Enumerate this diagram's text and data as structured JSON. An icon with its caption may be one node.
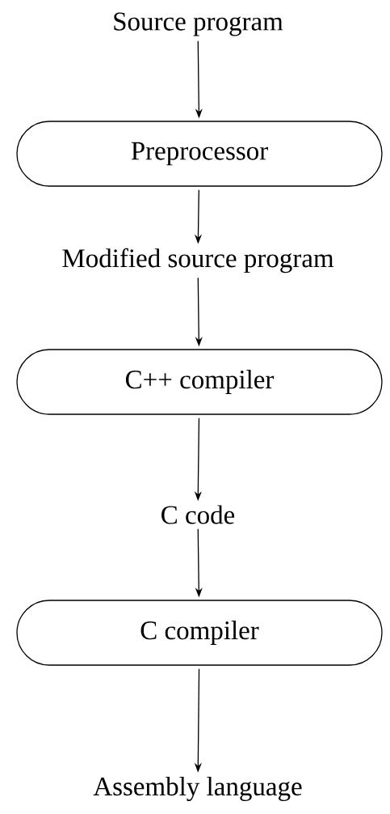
{
  "diagram": {
    "nodes": [
      {
        "text": [
          "Source program"
        ]
      },
      {
        "text": [
          "Preprocessor"
        ]
      },
      {
        "text": [
          "Modified source program"
        ]
      },
      {
        "text": [
          "C++ compiler"
        ]
      },
      {
        "text": [
          "C code"
        ]
      },
      {
        "text": [
          "C compiler"
        ]
      },
      {
        "text": [
          "Assembly language"
        ]
      }
    ],
    "edges": [
      {
        "from": 0,
        "to": 1,
        "arrow": "to"
      },
      {
        "from": 1,
        "to": 2,
        "arrow": "to"
      },
      {
        "from": 2,
        "to": 3,
        "arrow": "to"
      },
      {
        "from": 3,
        "to": 4,
        "arrow": "to"
      },
      {
        "from": 4,
        "to": 5,
        "arrow": "to"
      },
      {
        "from": 5,
        "to": 6,
        "arrow": "to"
      }
    ]
  }
}
